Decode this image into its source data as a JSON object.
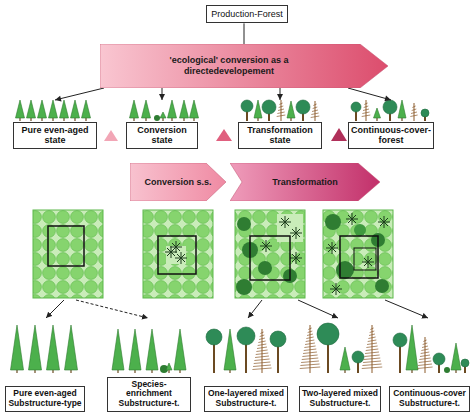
{
  "diagram": {
    "nodes": [
      {
        "text": [
          "Production-Forest"
        ]
      },
      {
        "text": [
          "'ecological' conversion as a directedevelopement"
        ]
      },
      {
        "text": [
          "Pure even-aged state"
        ]
      },
      {
        "text": [
          "Conversion state"
        ]
      },
      {
        "text": [
          "Transformation state"
        ]
      },
      {
        "text": [
          "Continuous-cover-forest"
        ]
      },
      {
        "text": [
          "Conversion s.s."
        ]
      },
      {
        "text": [
          "Transformation"
        ]
      },
      {
        "text": [
          "Pure even-aged Substructure-type"
        ]
      },
      {
        "text": [
          "Species-enrichment Substructure-t."
        ]
      },
      {
        "text": [
          "One-layered mixed Substructure-t."
        ]
      },
      {
        "text": [
          "Two-layered mixed Substructure-t."
        ]
      },
      {
        "text": [
          "Continuous-cover Substructure-t."
        ]
      }
    ],
    "edges": [
      {
        "from": 0,
        "to": 1,
        "arrow": "none"
      },
      {
        "from": 1,
        "to": 2,
        "arrow": "to"
      },
      {
        "from": 1,
        "to": 3,
        "arrow": "to"
      },
      {
        "from": 1,
        "to": 4,
        "arrow": "to"
      },
      {
        "from": 1,
        "to": 5,
        "arrow": "to"
      }
    ]
  }
}
